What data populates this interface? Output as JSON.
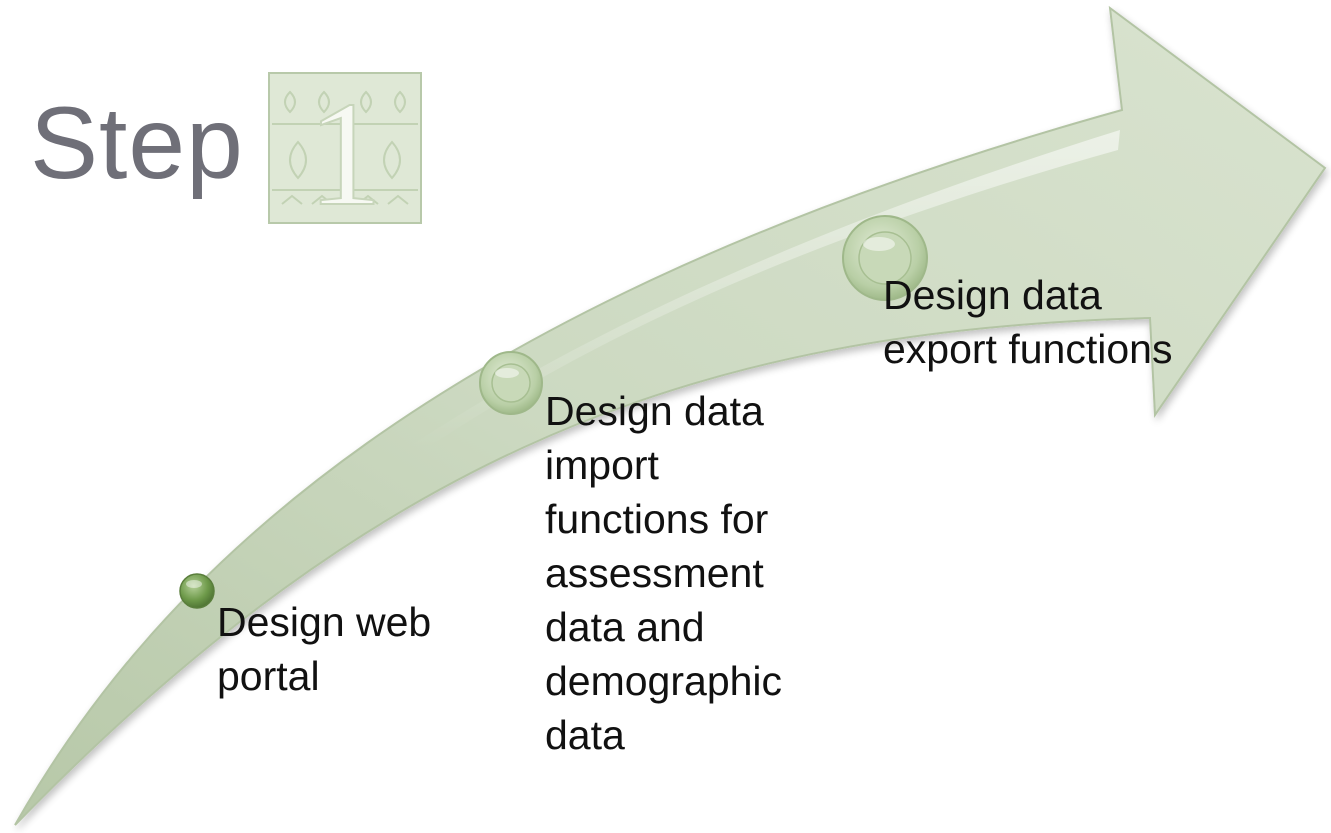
{
  "title": {
    "word": "Step",
    "numeral": "1"
  },
  "steps": [
    {
      "lines": [
        "Design web",
        "portal"
      ]
    },
    {
      "lines": [
        "Design data",
        "import",
        "functions for",
        "assessment",
        "data and",
        "demographic",
        "data"
      ]
    },
    {
      "lines": [
        "Design data",
        "export functions"
      ]
    }
  ],
  "colors": {
    "arrow_fill": "#c9d6bd",
    "arrow_highlight": "#e6ede0",
    "title_text": "#6f6f78",
    "label_text": "#111111",
    "bullet_dark": "#6e9a4a",
    "bullet_light": "#b9cfa6"
  }
}
